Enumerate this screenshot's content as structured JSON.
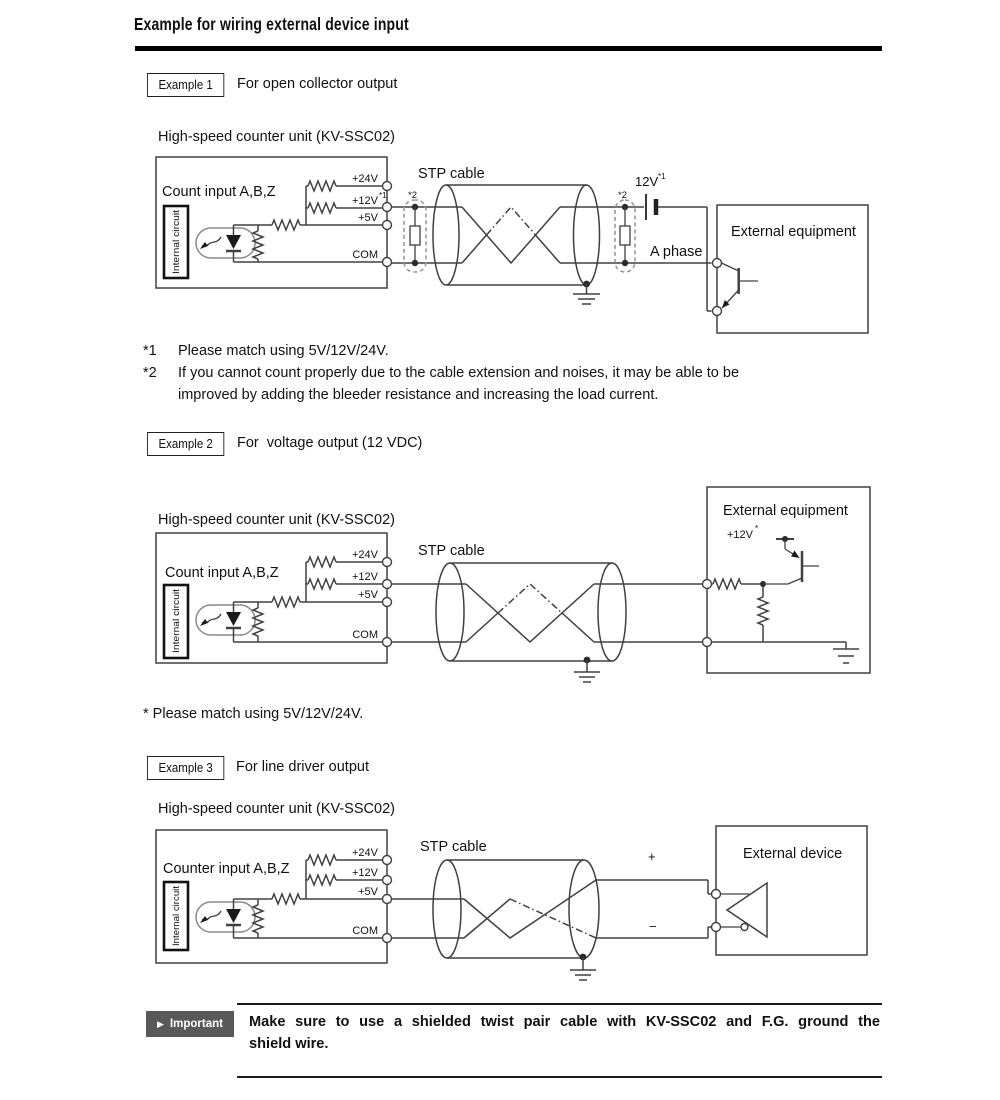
{
  "page": {
    "title": "Example for wiring external device input"
  },
  "examples": [
    {
      "badge": "Example 1",
      "caption": "For open collector output"
    },
    {
      "badge": "Example 2",
      "caption": "For  voltage output (12 VDC)"
    },
    {
      "badge": "Example 3",
      "caption": "For line driver output"
    }
  ],
  "footnotes": {
    "fn1_label": "*1",
    "fn1_text": "Please match using 5V/12V/24V.",
    "fn2_label": "*2",
    "fn2_line1": "If you cannot count properly due to the cable extension and noises, it may be able to be",
    "fn2_line2": "improved by adding the bleeder resistance and increasing the load current.",
    "single": "* Please match using 5V/12V/24V."
  },
  "d1": {
    "unit": "High-speed counter unit (KV-SSC02)",
    "input": "Count input A,B,Z",
    "internal": "Internal circuit",
    "t24": "+24V",
    "t12": "+12V",
    "t12_sup": "*1",
    "t5": "+5V",
    "tcom": "COM",
    "stp": "STP cable",
    "bleeder1": "*2",
    "bleeder2": "*2",
    "supply": "12V",
    "supply_sup": "*1",
    "phase": "A phase",
    "external": "External equipment"
  },
  "d2": {
    "unit": "High-speed counter unit (KV-SSC02)",
    "input": "Count input A,B,Z",
    "internal": "Internal circuit",
    "t24": "+24V",
    "t12": "+12V",
    "t5": "+5V",
    "tcom": "COM",
    "stp": "STP cable",
    "supply": "+12V",
    "supply_sup": "*",
    "external": "External equipment"
  },
  "d3": {
    "unit": "High-speed counter unit (KV-SSC02)",
    "input": "Counter input A,B,Z",
    "internal": "Internal circuit",
    "t24": "+24V",
    "t12": "+12V",
    "t5": "+5V",
    "tcom": "COM",
    "stp": "STP cable",
    "plus": "+",
    "minus": "−",
    "external": "External device"
  },
  "important": {
    "badge": "Important",
    "line1": "Make sure to use a shielded twist pair cable with KV-SSC02 and F.G. ground the",
    "line2": "shield wire."
  },
  "colors": {
    "ink": "#111111",
    "rule": "#000000",
    "badge_bg": "#595959",
    "circuit": "#404040"
  }
}
